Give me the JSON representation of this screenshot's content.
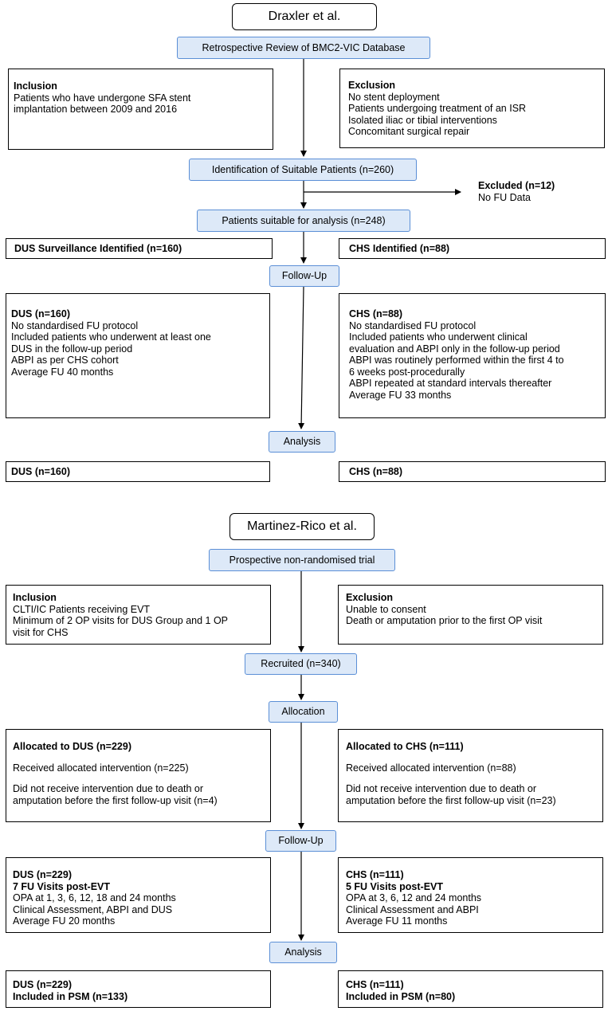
{
  "draxler": {
    "title": "Draxler et al.",
    "review": "Retrospective Review of BMC2-VIC Database",
    "inclusion": {
      "heading": "Inclusion",
      "lines": [
        "Patients who have undergone SFA stent",
        "implantation between 2009 and 2016"
      ]
    },
    "exclusion": {
      "heading": "Exclusion",
      "lines": [
        "No stent deployment",
        "Patients undergoing treatment of an ISR",
        "Isolated iliac or tibial interventions",
        "Concomitant surgical repair"
      ]
    },
    "identification": "Identification of Suitable Patients (n=260)",
    "excluded": {
      "heading": "Excluded (n=12)",
      "lines": [
        "No FU Data"
      ]
    },
    "suitable": "Patients suitable for analysis (n=248)",
    "dus_identified": "DUS Surveillance Identified (n=160)",
    "chs_identified": "CHS Identified (n=88)",
    "followup": "Follow-Up",
    "dus_detail": {
      "heading": "DUS (n=160)",
      "lines": [
        "No standardised FU protocol",
        "Included patients who underwent at least one",
        "DUS in the follow-up period",
        "ABPI as per CHS cohort",
        "Average FU 40 months"
      ]
    },
    "chs_detail": {
      "heading": "CHS (n=88)",
      "lines": [
        "No standardised FU protocol",
        "Included patients who underwent clinical",
        "evaluation and ABPI only in the follow-up period",
        "ABPI was routinely performed within the first 4 to",
        "6 weeks post-procedurally",
        "ABPI repeated at standard intervals thereafter",
        "Average FU 33 months"
      ]
    },
    "analysis": "Analysis",
    "dus_final": "DUS (n=160)",
    "chs_final": "CHS (n=88)"
  },
  "martinez": {
    "title": "Martinez-Rico et al.",
    "trial": "Prospective non-randomised trial",
    "inclusion": {
      "heading": "Inclusion",
      "lines": [
        "CLTI/IC Patients receiving EVT",
        "Minimum of 2 OP visits for DUS Group and 1 OP",
        "visit for CHS"
      ]
    },
    "exclusion": {
      "heading": "Exclusion",
      "lines": [
        "Unable to consent",
        "Death or amputation prior to the first OP visit"
      ]
    },
    "recruited": "Recruited (n=340)",
    "allocation": "Allocation",
    "alloc_dus": {
      "heading": "Allocated to DUS (n=229)",
      "received": "Received allocated intervention (n=225)",
      "not_received": [
        "Did not receive intervention due to death or",
        "amputation before the first follow-up visit (n=4)"
      ]
    },
    "alloc_chs": {
      "heading": "Allocated to CHS (n=111)",
      "received": "Received allocated intervention (n=88)",
      "not_received": [
        "Did not receive intervention due to death or",
        "amputation before the first follow-up visit (n=23)"
      ]
    },
    "followup": "Follow-Up",
    "dus_detail": {
      "heading": "DUS (n=229)",
      "subheading": "7 FU Visits post-EVT",
      "lines": [
        "OPA at 1, 3, 6, 12, 18 and 24 months",
        "Clinical Assessment, ABPI and DUS",
        "Average FU 20 months"
      ]
    },
    "chs_detail": {
      "heading": "CHS (n=111)",
      "subheading": "5 FU Visits post-EVT",
      "lines": [
        "OPA at 3, 6, 12 and 24 months",
        "Clinical Assessment and ABPI",
        "Average FU 11 months"
      ]
    },
    "analysis": "Analysis",
    "dus_final": {
      "heading": "DUS (n=229)",
      "subheading": "Included in PSM (n=133)"
    },
    "chs_final": {
      "heading": "CHS (n=111)",
      "subheading": "Included in PSM (n=80)"
    }
  },
  "colors": {
    "node_fill": "#dde9f8",
    "node_border": "#5b8fd6",
    "line": "#000000"
  }
}
